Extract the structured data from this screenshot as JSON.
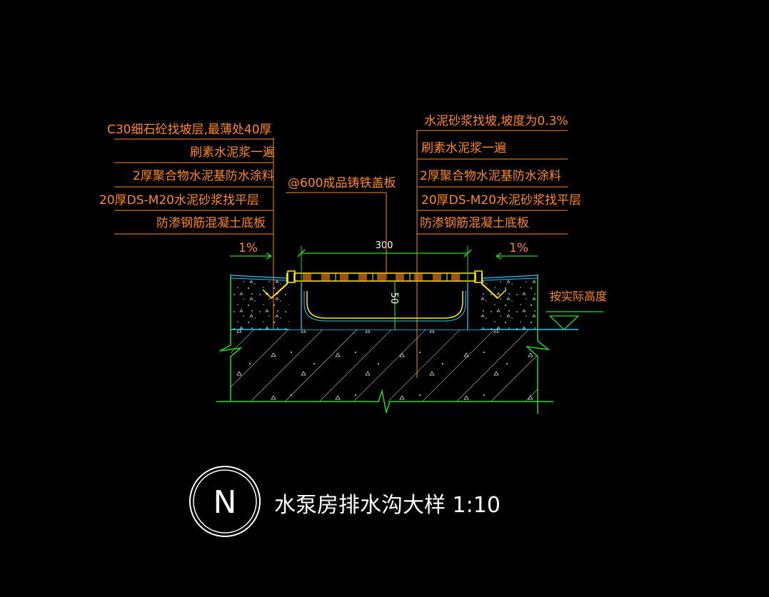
{
  "left_callout": {
    "lines": [
      "C30细石砼找坡层,最薄处40厚",
      "刷素水泥浆一遍",
      "2厚聚合物水泥基防水涂料",
      "20厚DS-M20水泥砂浆找平层",
      "防渗钢筋混凝土底板"
    ]
  },
  "right_callout": {
    "lines": [
      "水泥砂浆找坡,坡度为0.3%",
      "刷素水泥浆一遍",
      "2厚聚合物水泥基防水涂料",
      "20厚DS-M20水泥砂浆找平层",
      "防渗钢筋混凝土底板"
    ]
  },
  "cover_label": "@600成品铸铁盖板",
  "dimensions": {
    "width": "300",
    "depth": "50"
  },
  "slopes": {
    "left": "1%",
    "right": "1%"
  },
  "level_note": "按实际高度",
  "title": {
    "symbol": "N",
    "text": "水泵房排水沟大样 1:10"
  },
  "colors": {
    "background": "#000000",
    "annotation": "#ff8a1e",
    "structure": "#22dd22",
    "finish": "#22c8ff",
    "cover": "#ffee00",
    "text": "#ffffff"
  }
}
